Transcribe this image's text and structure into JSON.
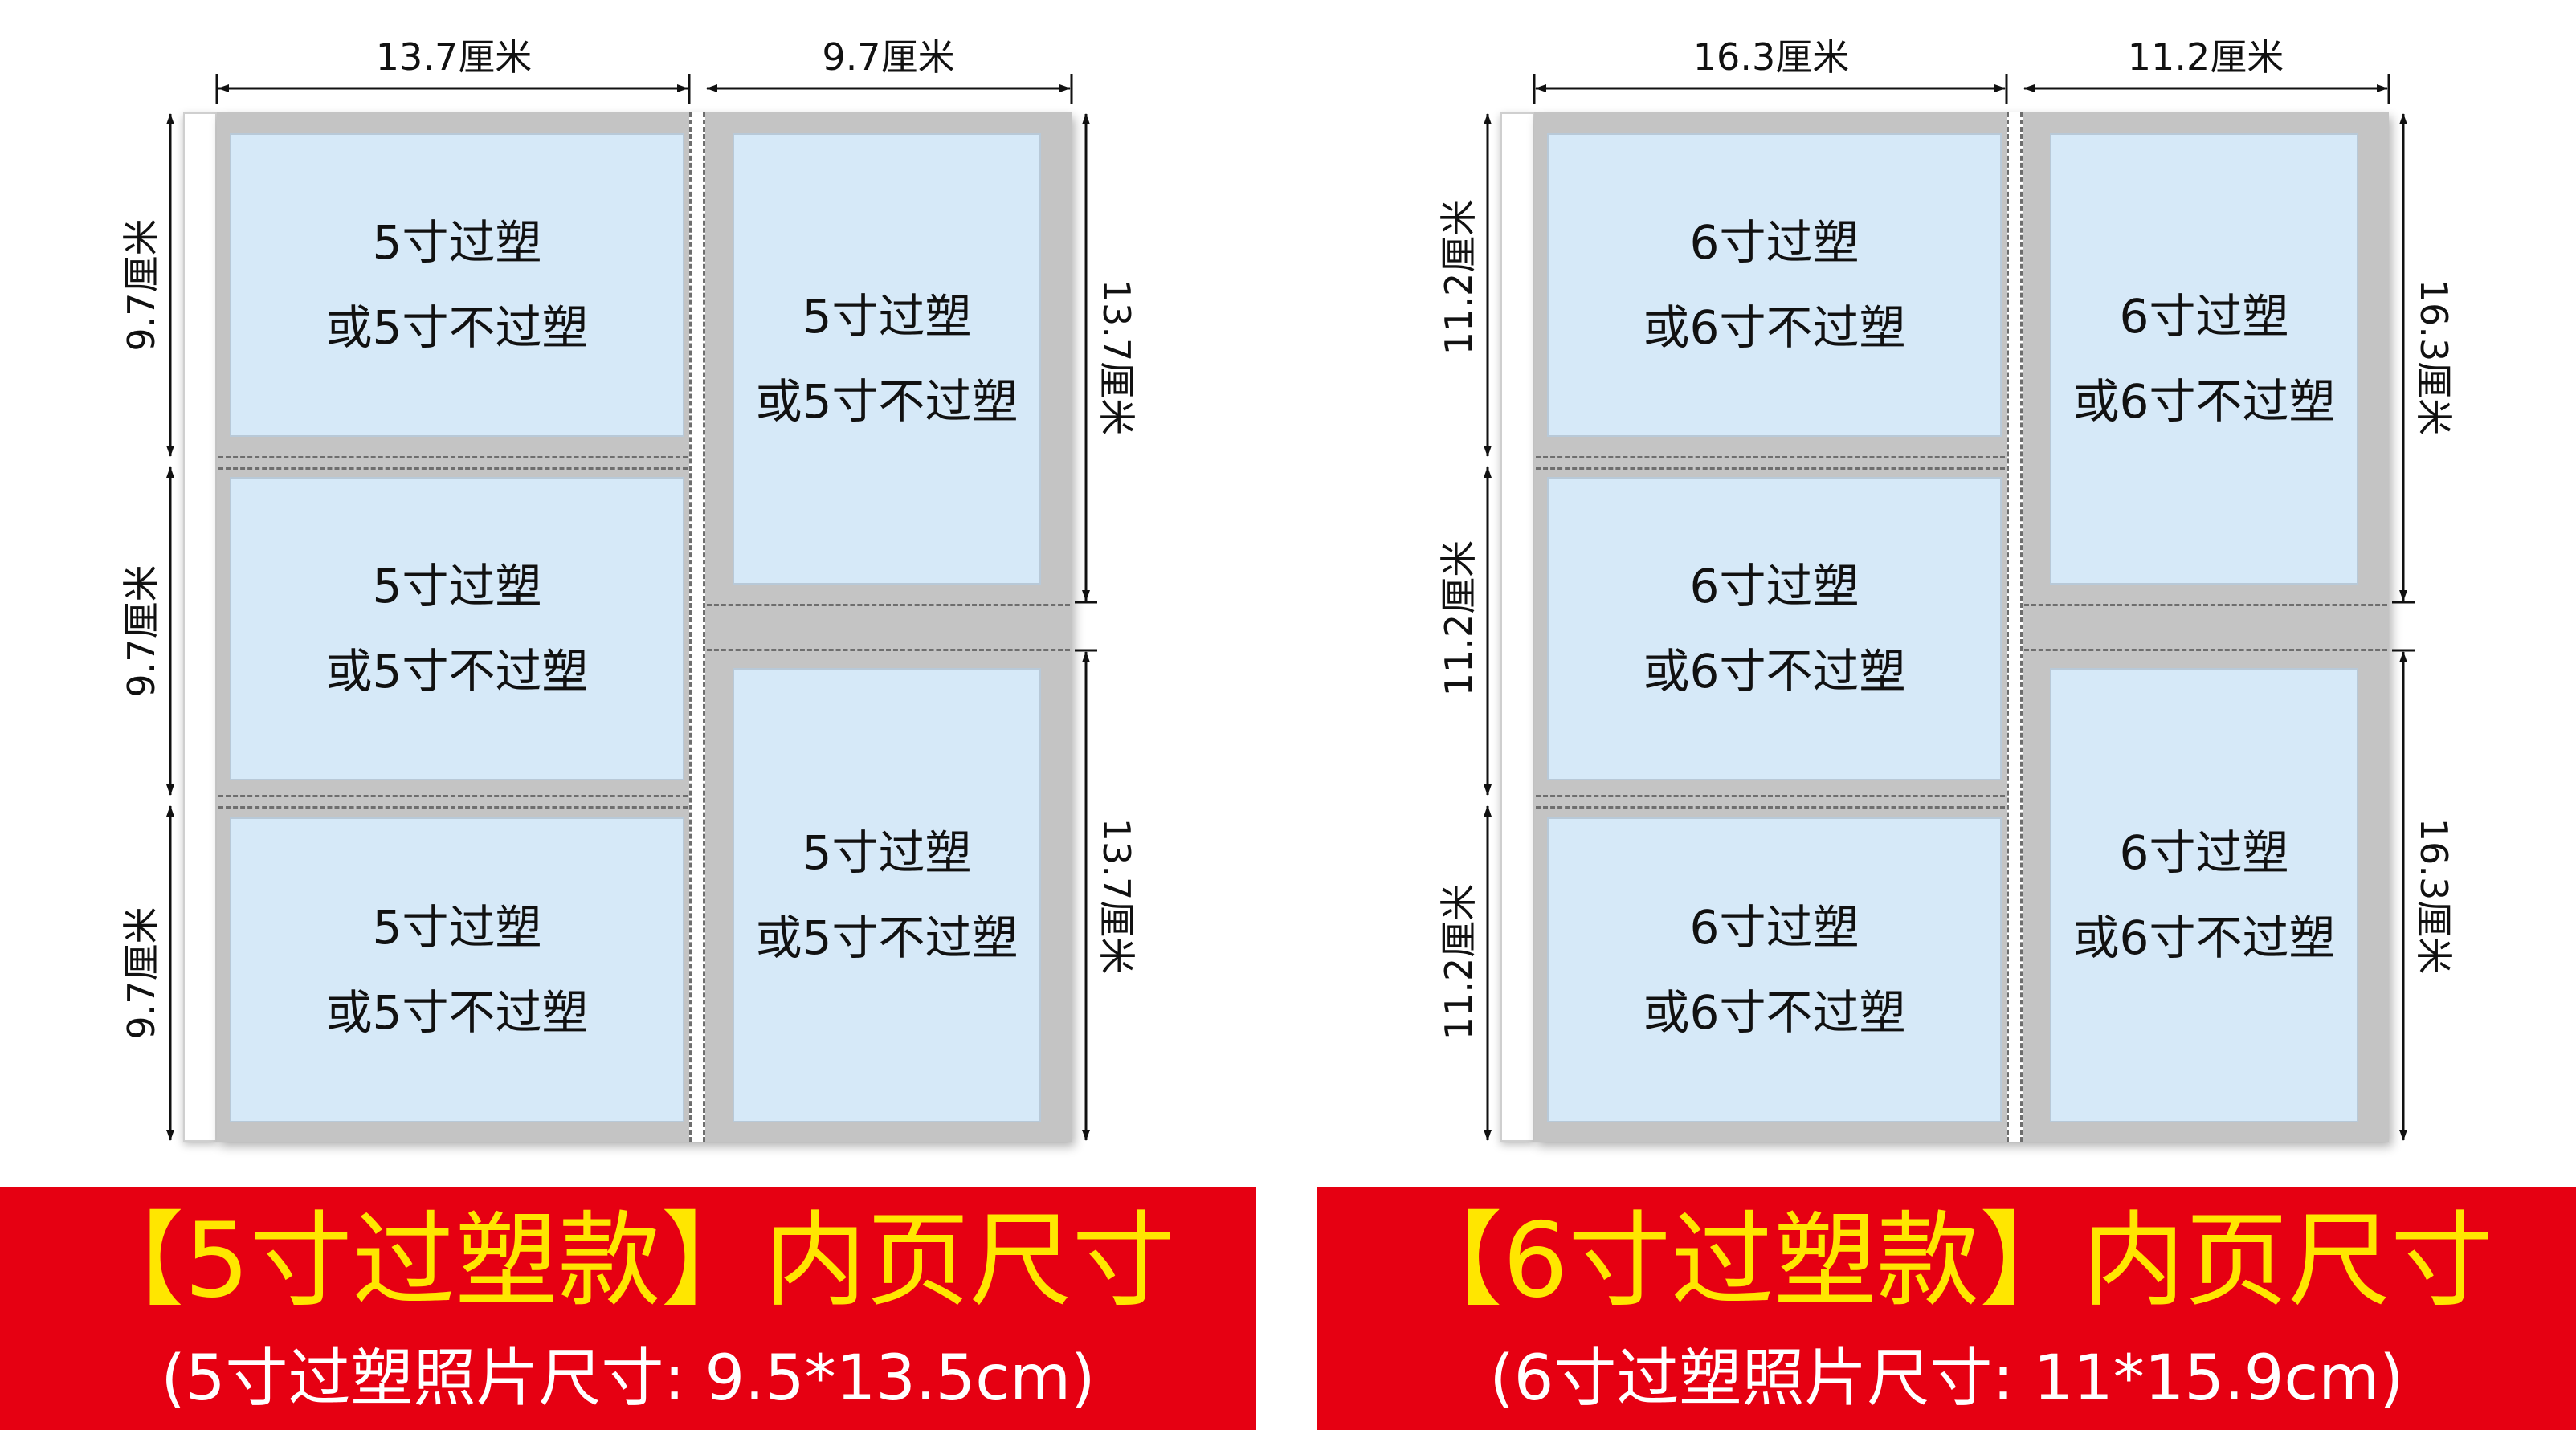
{
  "left": {
    "top_dims": [
      "13.7厘米",
      "9.7厘米"
    ],
    "left_dims": [
      "9.7厘米",
      "9.7厘米",
      "9.7厘米"
    ],
    "right_dims": [
      "13.7厘米",
      "13.7厘米"
    ],
    "cell_line1": "5寸过塑",
    "cell_line2": "或5寸不过塑",
    "title": "【5寸过塑款】内页尺寸",
    "subtitle": "(5寸过塑照片尺寸:  9.5*13.5cm)"
  },
  "right": {
    "top_dims": [
      "16.3厘米",
      "11.2厘米"
    ],
    "left_dims": [
      "11.2厘米",
      "11.2厘米",
      "11.2厘米"
    ],
    "right_dims": [
      "16.3厘米",
      "16.3厘米"
    ],
    "cell_line1": "6寸过塑",
    "cell_line2": "或6寸不过塑",
    "title": "【6寸过塑款】内页尺寸",
    "subtitle": "(6寸过塑照片尺寸:  11*15.9cm)"
  },
  "colors": {
    "banner": "#e60012",
    "title": "#ffe600",
    "cell": "#d6e9f8",
    "sleeve": "#c4c4c4"
  }
}
